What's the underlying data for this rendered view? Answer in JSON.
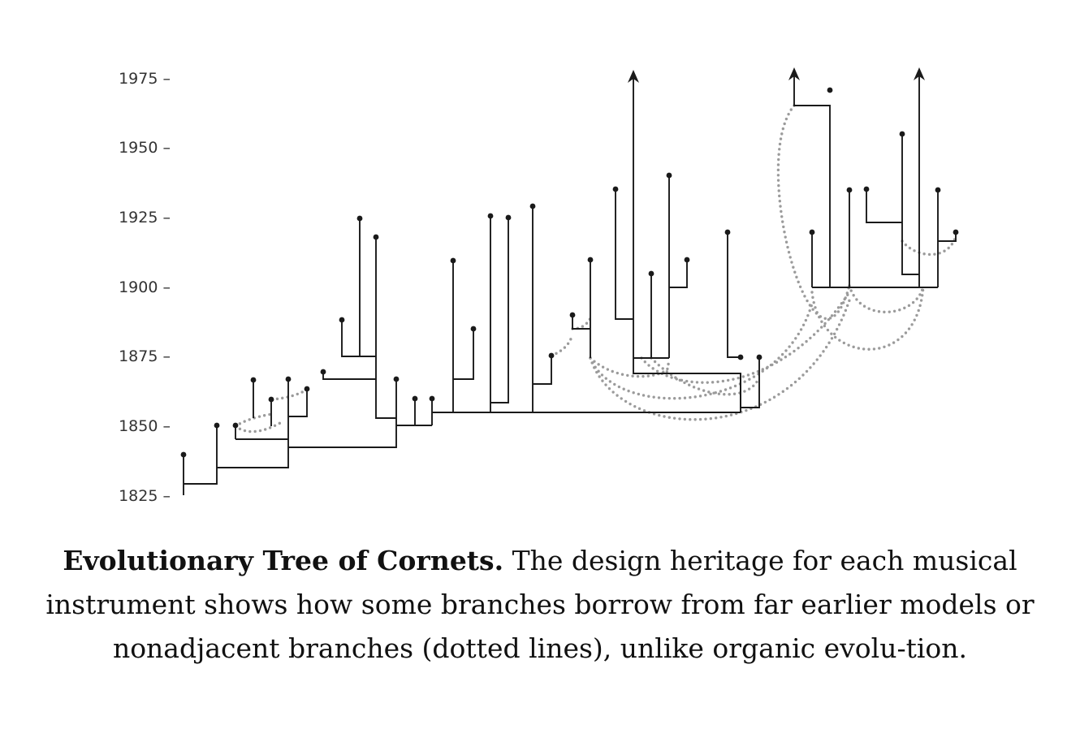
{
  "figure": {
    "y_axis_ticks": [
      "1975 –",
      "1950 –",
      "1925 –",
      "1900 –",
      "1875 –",
      "1850 –",
      "1825 –"
    ],
    "line_color": "#1a1a1a",
    "dotted_color": "#9b9b9b"
  },
  "caption": {
    "title": "Evolutionary Tree of Cornets.",
    "text": "The design heritage for each musical instrument shows how some branches borrow from far earlier models or nonadjacent branches (dotted lines), unlike organic evolu-tion."
  }
}
